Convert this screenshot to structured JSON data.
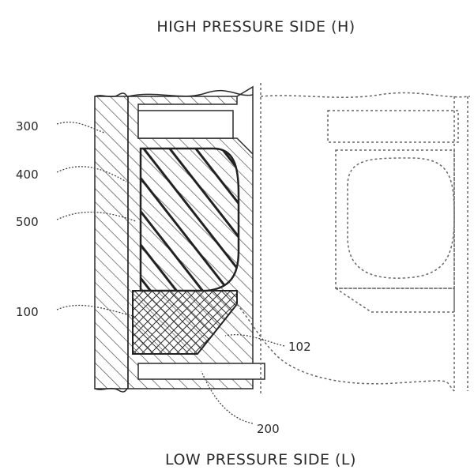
{
  "title_top": "HIGH PRESSURE SIDE (H)",
  "title_bottom": "LOW PRESSURE SIDE (L)",
  "refs": {
    "r300": "300",
    "r400": "400",
    "r500": "500",
    "r100": "100",
    "r102": "102",
    "r200": "200"
  },
  "colors": {
    "line": "#2a2a2a",
    "dotted": "#666666"
  }
}
